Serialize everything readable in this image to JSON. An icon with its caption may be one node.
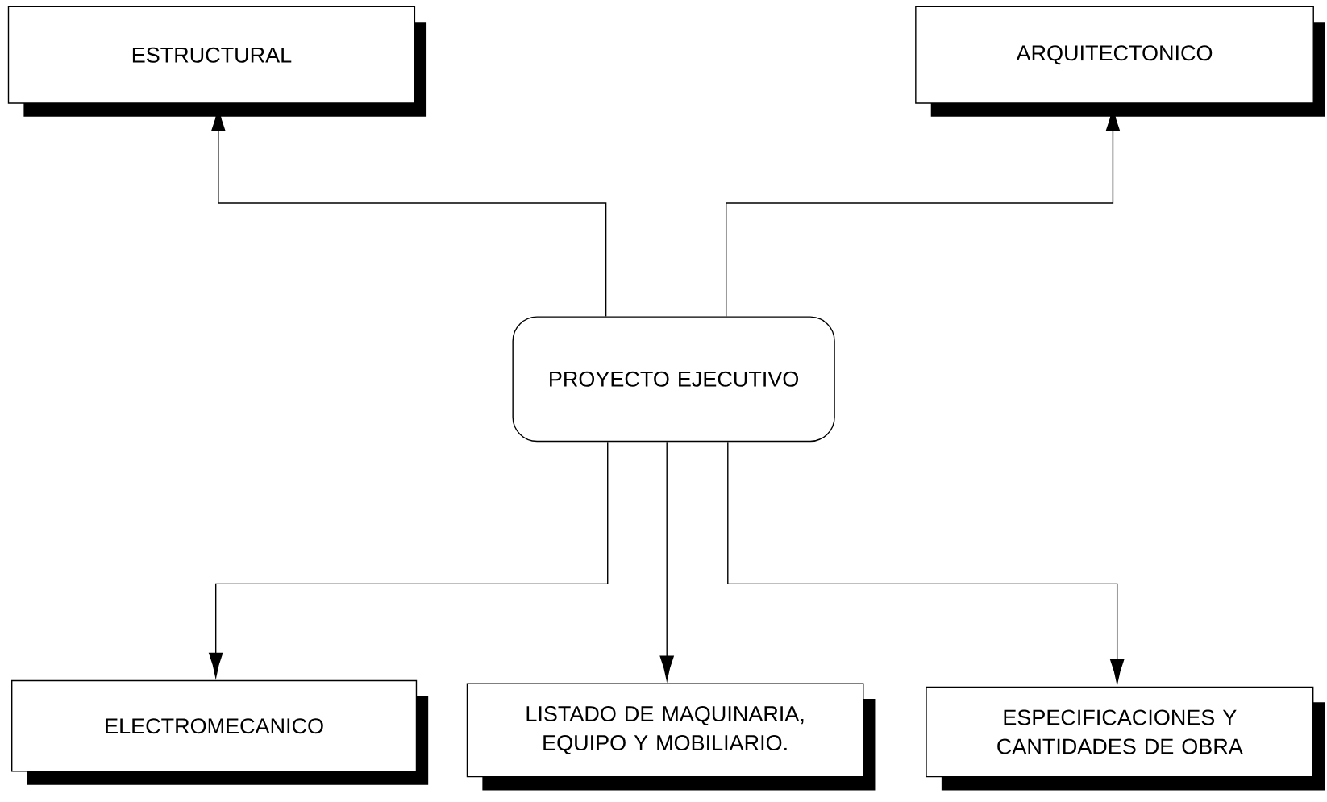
{
  "diagram": {
    "nodes": [
      {
        "text": [
          "PROYECTO EJECUTIVO"
        ]
      },
      {
        "text": [
          "ESTRUCTURAL"
        ]
      },
      {
        "text": [
          "ARQUITECTONICO"
        ]
      },
      {
        "text": [
          "ELECTROMECANICO"
        ]
      },
      {
        "text": [
          "LISTADO DE MAQUINARIA, EQUIPO Y MOBILIARIO."
        ]
      },
      {
        "text": [
          "ESPECIFICACIONES Y CANTIDADES DE OBRA"
        ]
      }
    ],
    "edges": [
      {
        "from": 0,
        "to": 1,
        "arrow": "to"
      },
      {
        "from": 0,
        "to": 2,
        "arrow": "to"
      },
      {
        "from": 0,
        "to": 3,
        "arrow": "to"
      },
      {
        "from": 0,
        "to": 4,
        "arrow": "to"
      },
      {
        "from": 0,
        "to": 5,
        "arrow": "to"
      }
    ]
  }
}
